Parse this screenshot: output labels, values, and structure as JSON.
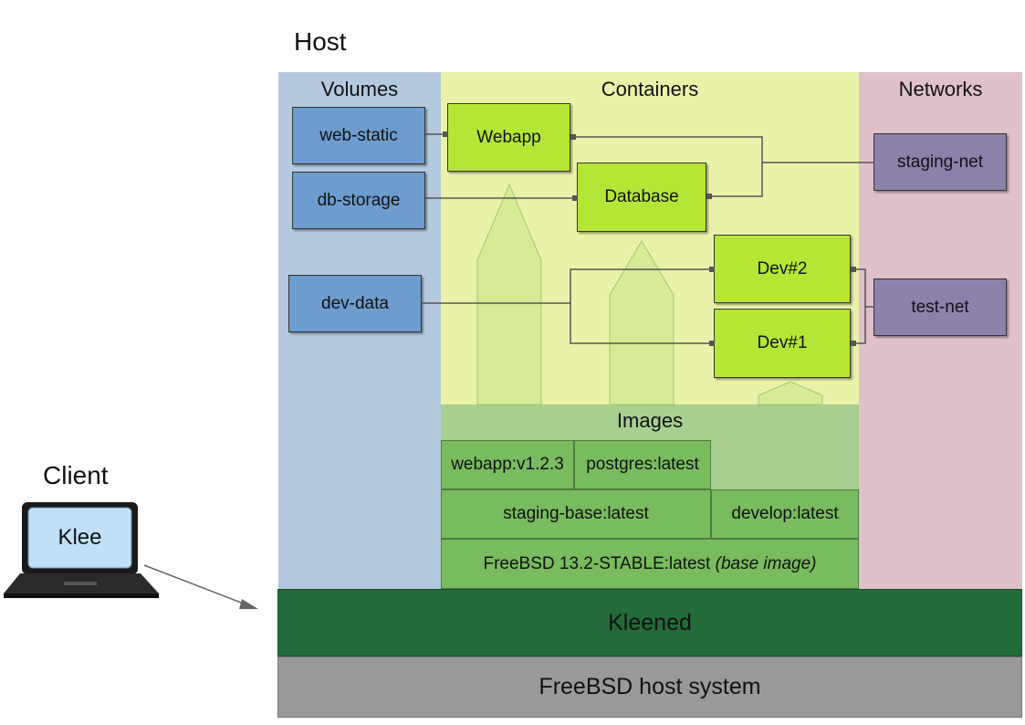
{
  "host": {
    "label": "Host"
  },
  "client": {
    "label": "Client",
    "laptop_label": "Klee"
  },
  "sections": {
    "volumes": "Volumes",
    "containers": "Containers",
    "networks": "Networks",
    "images": "Images"
  },
  "volumes": [
    "web-static",
    "db-storage",
    "dev-data"
  ],
  "containers": [
    "Webapp",
    "Database",
    "Dev#2",
    "Dev#1"
  ],
  "networks": [
    "staging-net",
    "test-net"
  ],
  "images": {
    "row1": [
      "webapp:v1.2.3",
      "postgres:latest"
    ],
    "row2": [
      "staging-base:latest",
      "develop:latest"
    ],
    "row3_main": "FreeBSD 13.2-STABLE:latest",
    "row3_note": "(base image)"
  },
  "layers": {
    "kleened": "Kleened",
    "freebsd_host": "FreeBSD host system"
  },
  "colors": {
    "volumes_bg": "#b5c9de",
    "containers_bg": "#eaf2aa",
    "networks_bg": "#dfc1c9",
    "images_bg": "#a8ce90",
    "kleened_bg": "#236b3a",
    "host_system_bg": "#999999"
  }
}
